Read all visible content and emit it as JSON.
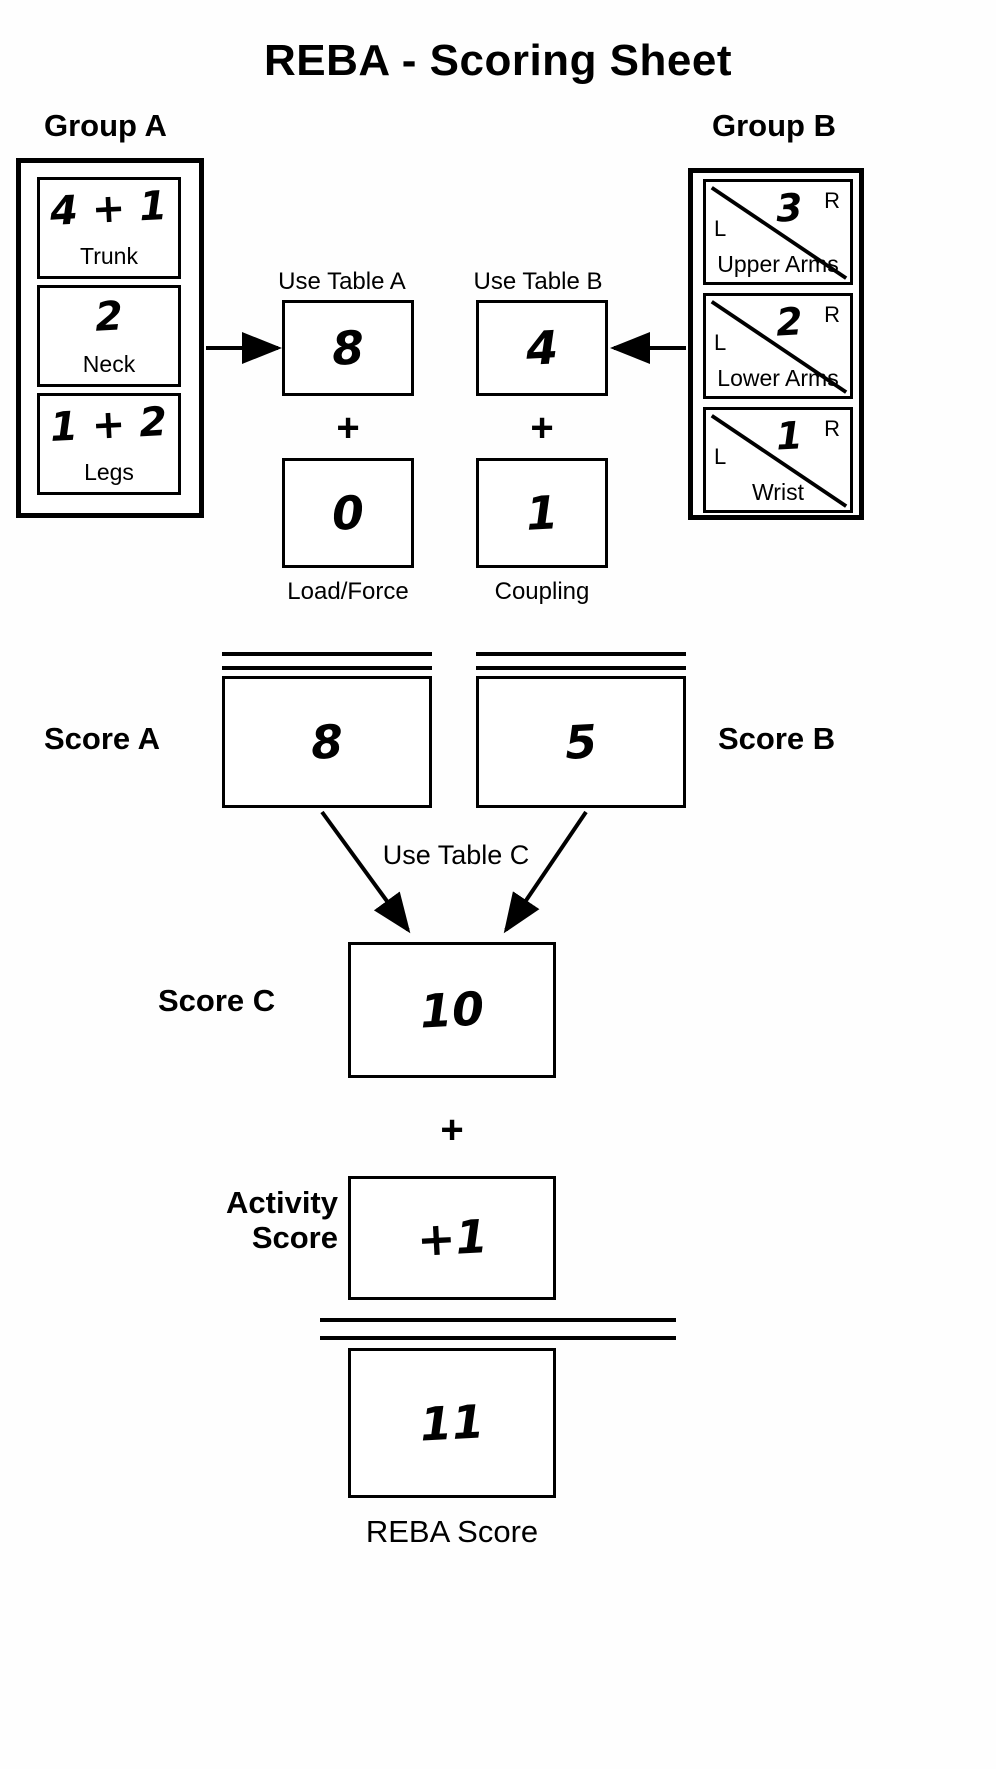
{
  "title": "REBA - Scoring Sheet",
  "groupA": {
    "label": "Group A",
    "items": [
      {
        "value": "4 + 1",
        "name": "Trunk"
      },
      {
        "value": "2",
        "name": "Neck"
      },
      {
        "value": "1 + 2",
        "name": "Legs"
      }
    ]
  },
  "groupB": {
    "label": "Group B",
    "left_mark": "L",
    "right_mark": "R",
    "items": [
      {
        "value": "3",
        "name": "Upper Arms"
      },
      {
        "value": "2",
        "name": "Lower Arms"
      },
      {
        "value": "1",
        "name": "Wrist"
      }
    ]
  },
  "tableA": {
    "caption": "Use Table A",
    "score": "8",
    "operator": "+",
    "addend": "0",
    "addend_label": "Load/Force"
  },
  "tableB": {
    "caption": "Use Table B",
    "score": "4",
    "operator": "+",
    "addend": "1",
    "addend_label": "Coupling"
  },
  "scoreA": {
    "label": "Score A",
    "value": "8"
  },
  "scoreB": {
    "label": "Score B",
    "value": "5"
  },
  "tableC": {
    "caption": "Use Table C"
  },
  "scoreC": {
    "label": "Score C",
    "value": "10"
  },
  "activity": {
    "label": "Activity\nScore",
    "value": "+1",
    "operator": "+"
  },
  "final": {
    "label": "REBA Score",
    "value": "11"
  },
  "colors": {
    "ink": "#000000",
    "paper": "#ffffff"
  }
}
